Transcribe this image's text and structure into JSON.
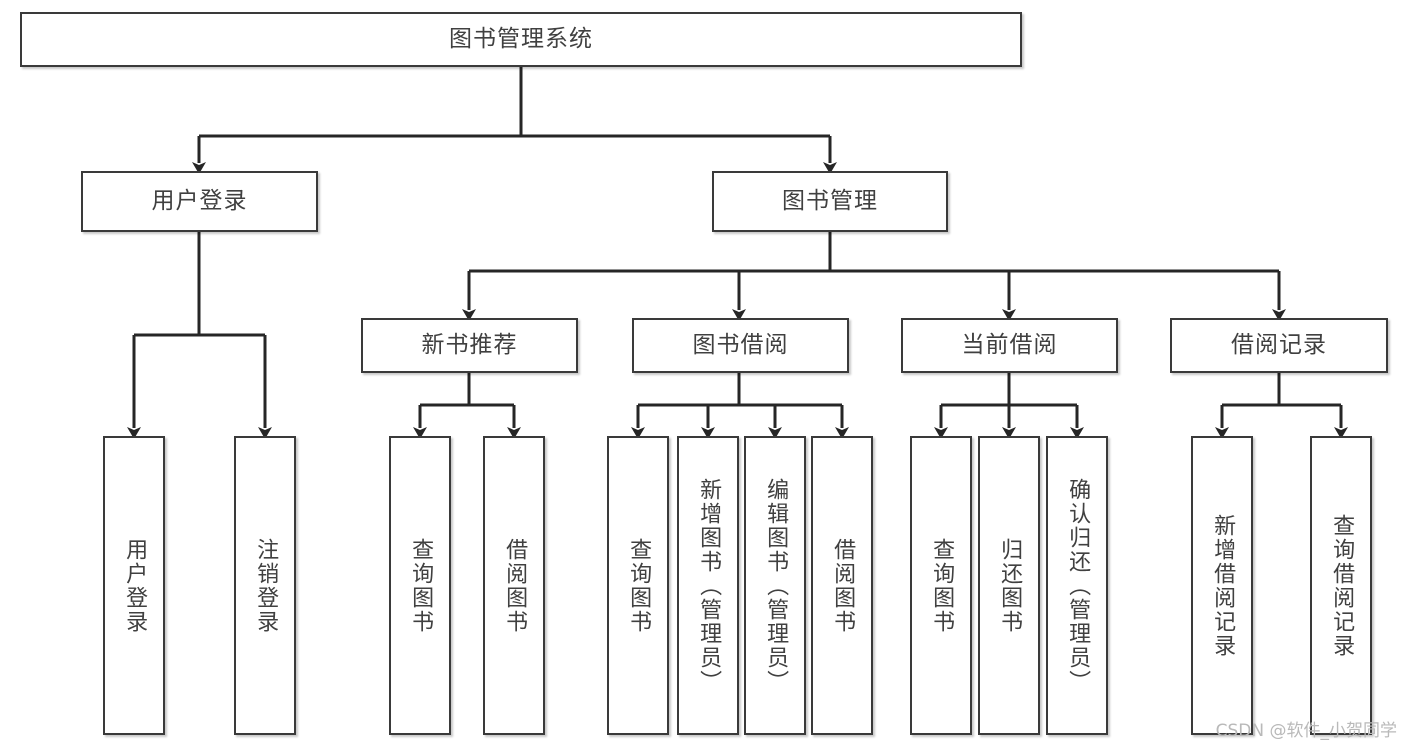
{
  "diagram": {
    "title": "图书管理系统",
    "type": "tree-hierarchy-chart",
    "colors": {
      "background": "#ffffff",
      "box_border": "#3a3a3a",
      "box_fill": "#ffffff",
      "text": "#404040",
      "connector": "#262626",
      "watermark": "#b9b9b9"
    },
    "watermark": "CSDN @软件_小贺同学"
  },
  "nodes": {
    "root": {
      "label": "图书管理系统"
    },
    "level2": [
      {
        "label": "用户登录"
      },
      {
        "label": "图书管理"
      }
    ],
    "level3": [
      {
        "label": "新书推荐"
      },
      {
        "label": "图书借阅"
      },
      {
        "label": "当前借阅"
      },
      {
        "label": "借阅记录"
      }
    ],
    "leaves": {
      "user_login": [
        {
          "label": "用户登录"
        },
        {
          "label": "注销登录"
        }
      ],
      "new_book_recommend": [
        {
          "label": "查询图书"
        },
        {
          "label": "借阅图书"
        }
      ],
      "book_borrow": [
        {
          "label": "查询图书"
        },
        {
          "label": "新增图书（管理员）"
        },
        {
          "label": "编辑图书（管理员）"
        },
        {
          "label": "借阅图书"
        }
      ],
      "current_borrow": [
        {
          "label": "查询图书"
        },
        {
          "label": "归还图书"
        },
        {
          "label": "确认归还（管理员）"
        }
      ],
      "borrow_record": [
        {
          "label": "新增借阅记录"
        },
        {
          "label": "查询借阅记录"
        }
      ]
    }
  },
  "chart_data": {
    "type": "tree",
    "title": "图书管理系统",
    "tree": {
      "name": "图书管理系统",
      "children": [
        {
          "name": "用户登录",
          "children": [
            {
              "name": "用户登录"
            },
            {
              "name": "注销登录"
            }
          ]
        },
        {
          "name": "图书管理",
          "children": [
            {
              "name": "新书推荐",
              "children": [
                {
                  "name": "查询图书"
                },
                {
                  "name": "借阅图书"
                }
              ]
            },
            {
              "name": "图书借阅",
              "children": [
                {
                  "name": "查询图书"
                },
                {
                  "name": "新增图书（管理员）"
                },
                {
                  "name": "编辑图书（管理员）"
                },
                {
                  "name": "借阅图书"
                }
              ]
            },
            {
              "name": "当前借阅",
              "children": [
                {
                  "name": "查询图书"
                },
                {
                  "name": "归还图书"
                },
                {
                  "name": "确认归还（管理员）"
                }
              ]
            },
            {
              "name": "借阅记录",
              "children": [
                {
                  "name": "新增借阅记录"
                },
                {
                  "name": "查询借阅记录"
                }
              ]
            }
          ]
        }
      ]
    }
  }
}
